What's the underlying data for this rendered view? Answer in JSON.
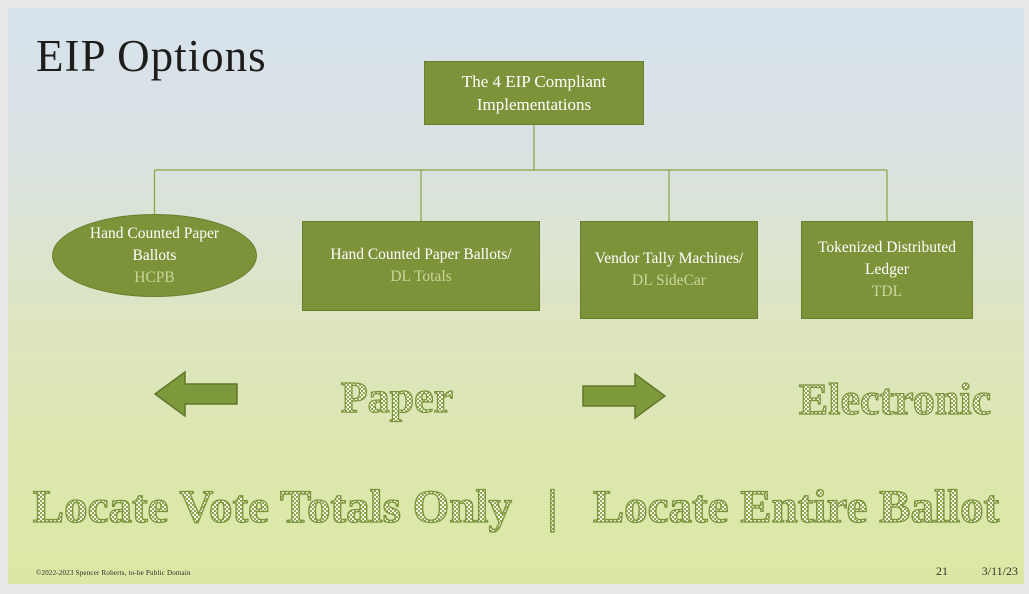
{
  "slide": {
    "title": "EIP Options",
    "footer": {
      "copyright": "©2022-2023 Spencer Roberts, to-be Public Domain",
      "page_number": "21",
      "date": "3/11/23"
    }
  },
  "tree": {
    "root": {
      "label": "The 4 EIP Compliant Implementations"
    },
    "children": [
      {
        "shape": "ellipse",
        "label": "Hand Counted Paper Ballots",
        "sub": "HCPB"
      },
      {
        "shape": "rect",
        "label": "Hand Counted Paper Ballots/",
        "sub": "DL Totals"
      },
      {
        "shape": "rect",
        "label": "Vendor Tally Machines/",
        "sub": "DL SideCar"
      },
      {
        "shape": "rect",
        "label": "Tokenized Distributed Ledger",
        "sub": "TDL"
      }
    ]
  },
  "labels": {
    "paper": "Paper",
    "electronic": "Electronic",
    "bottom_line": "Locate Vote Totals Only   |   Locate Entire Ballot"
  },
  "colors": {
    "node_fill": "#7d9339",
    "node_border": "#68802e",
    "node_sub_text": "#c9d69b",
    "connector_line": "#8ba33f",
    "arrow_fill": "#7e993c",
    "arrow_border": "#61772c",
    "wordart_outline": "#7a923a",
    "background_top": "#d7e2ec",
    "background_bottom": "#dbe8a4"
  }
}
